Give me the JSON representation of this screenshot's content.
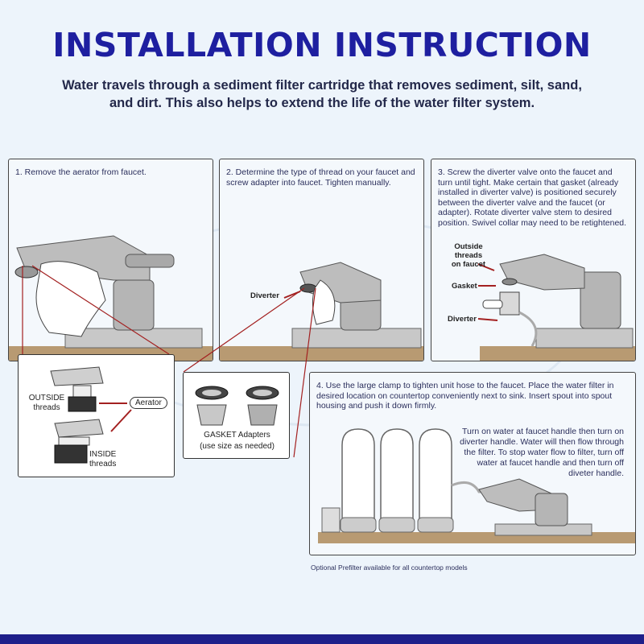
{
  "title": "INSTALLATION INSTRUCTION",
  "intro": "Water travels through a sediment filter cartridge that removes sediment, silt, sand, and dirt. This also helps to extend the life of the water filter system.",
  "steps": [
    {
      "text": "1. Remove the aerator from faucet."
    },
    {
      "text": "2. Determine the type of thread on your faucet and screw adapter into faucet. Tighten manually."
    },
    {
      "text": "3. Screw the diverter valve onto the faucet and turn until tight. Make certain that gasket (already installed in diverter valve) is positioned securely between the diverter valve and the faucet (or adapter). Rotate diverter valve stem to desired position. Swivel collar may need to be retightened."
    },
    {
      "text": "4. Use the large clamp to tighten unit hose to the faucet. Place the water filter in desired location on countertop conveniently next to sink. Insert spout into spout housing and push it down firmly."
    }
  ],
  "labels": {
    "diverter_step2": "Diverter",
    "outside_threads_faucet": "Outside threads on faucet",
    "gasket": "Gasket",
    "diverter_step3": "Diverter",
    "outside_threads": "OUTSIDE threads",
    "inside_threads": "INSIDE threads",
    "aerator": "Aerator",
    "gasket_adapters": "GASKET Adapters",
    "use_size": "(use size as needed)"
  },
  "step4_note": "Turn on water at faucet handle then turn on diverter handle. Water will then flow through the filter. To stop water flow to filter, turn off water at faucet handle and then turn off diveter handle.",
  "footnote": "Optional Prefilter available for all countertop models",
  "colors": {
    "title": "#1e1fa0",
    "accent_red": "#a32020",
    "bottom_bar": "#1e1f8a",
    "counter": "#b89a72"
  }
}
